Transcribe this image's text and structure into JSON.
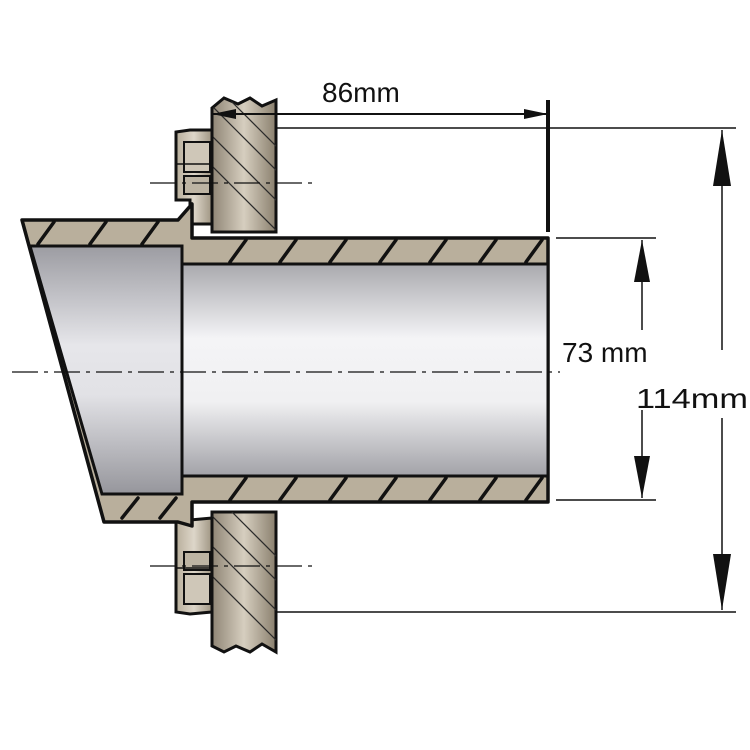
{
  "dimensions": {
    "length": "86mm",
    "inner_diameter": "73 mm",
    "outer_diameter": "114mm"
  },
  "colors": {
    "line": "#111111",
    "bronze_light": "#cfc6b6",
    "bronze_dark": "#8c826f",
    "bore_light": "#f2f2f4",
    "bore_dark": "#b4b4b8"
  }
}
